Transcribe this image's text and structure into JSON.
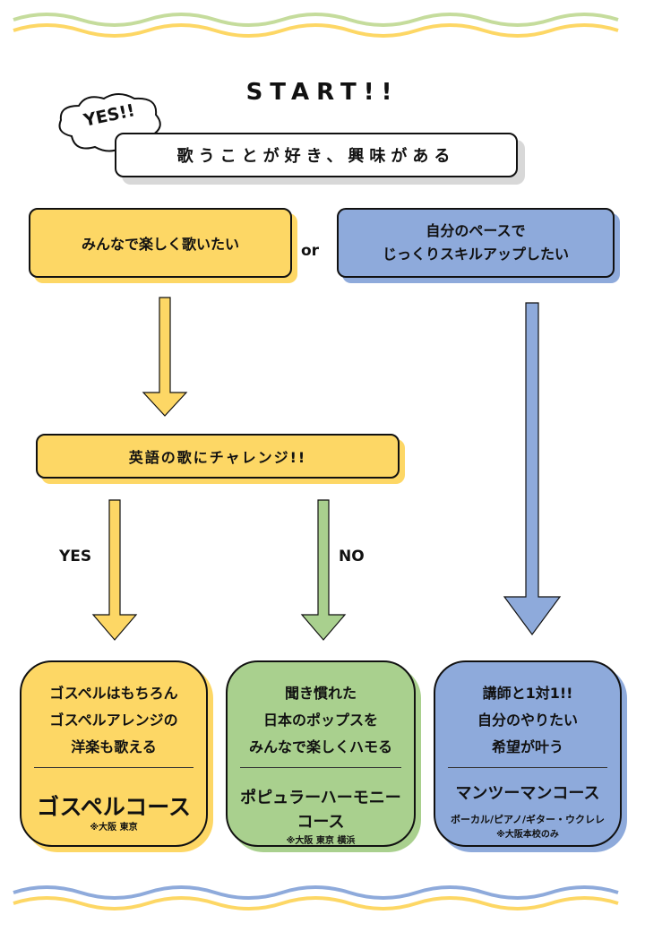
{
  "title": "START!!",
  "yes_bubble": "YES!!",
  "question1": "歌うことが好き、興味がある",
  "option_a": "みんなで楽しく歌いたい",
  "connector_or": "or",
  "option_b": {
    "line1": "自分のペースで",
    "line2": "じっくりスキルアップしたい"
  },
  "question2": "英語の歌にチャレンジ!!",
  "branch_yes": "YES",
  "branch_no": "NO",
  "courses": [
    {
      "desc": [
        "ゴスペルはもちろん",
        "ゴスペルアレンジの",
        "洋楽も歌える"
      ],
      "name": "ゴスペルコース",
      "note": "※大阪 東京",
      "color": "#fdd765"
    },
    {
      "desc": [
        "聞き慣れた",
        "日本のポップスを",
        "みんなで楽しくハモる"
      ],
      "name_lines": [
        "ポピュラーハーモニー",
        "コース"
      ],
      "note": "※大阪 東京 横浜",
      "color": "#a9d08e"
    },
    {
      "desc": [
        "講師と1対1!!",
        "自分のやりたい",
        "希望が叶う"
      ],
      "name": "マンツーマンコース",
      "sub": "ボーカル/ピアノ/ギター・ウクレレ",
      "note": "※大阪本校のみ",
      "color": "#8eaadb"
    }
  ],
  "colors": {
    "yellow": "#fdd765",
    "blue": "#8eaadb",
    "green": "#a9d08e",
    "wave_green": "#c5dc9c"
  }
}
